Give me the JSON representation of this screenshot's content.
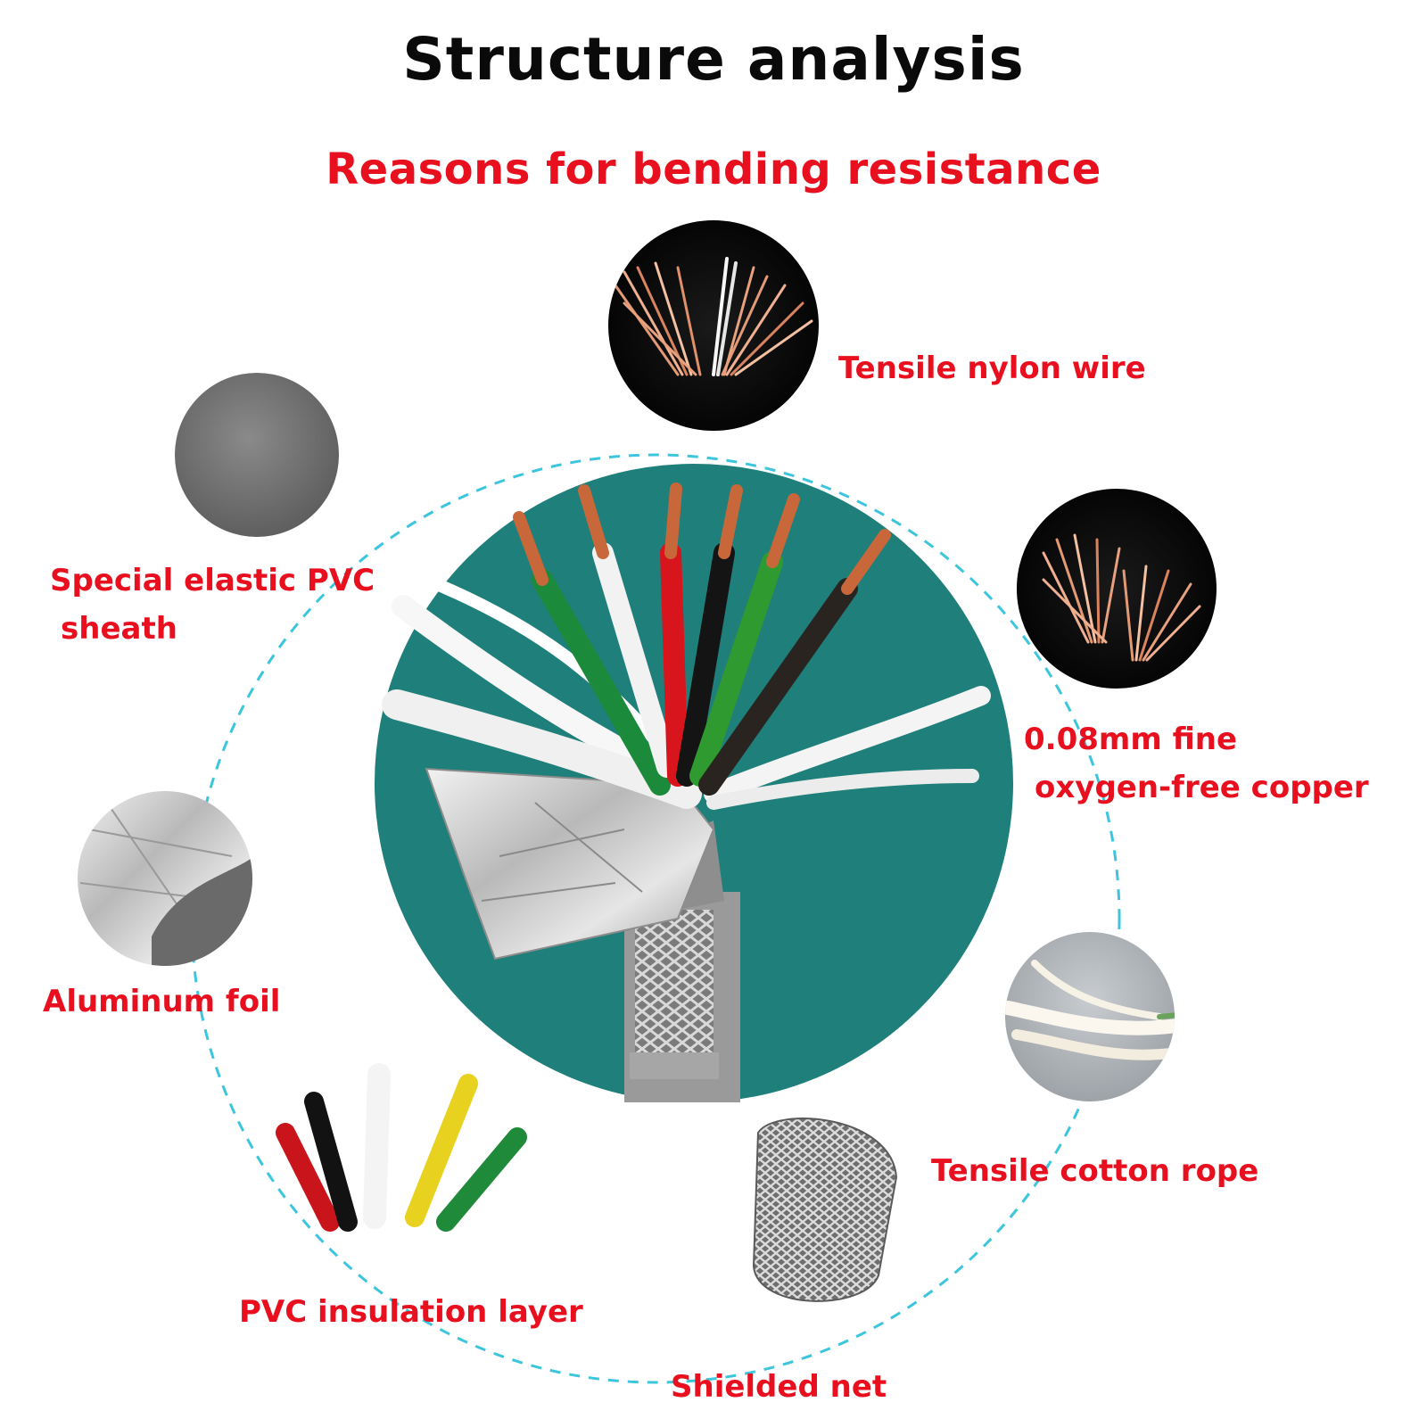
{
  "title": "Structure analysis",
  "subtitle": "Reasons for bending resistance",
  "colors": {
    "title": "#0a0a0a",
    "accent_red": "#e8101f",
    "dashed_ring": "#3cc6dd",
    "center_disc": "#1f7f7a"
  },
  "components": {
    "nylon_wire": {
      "label": "Tensile nylon wire",
      "icon": "copper-strands-with-nylon-icon"
    },
    "fine_copper": {
      "line1": "0.08mm fine",
      "line2": "oxygen-free copper",
      "icon": "fine-copper-strands-icon"
    },
    "cotton_rope": {
      "label": "Tensile cotton rope",
      "icon": "cotton-rope-icon"
    },
    "shielded_net": {
      "label": "Shielded net",
      "icon": "braided-shield-icon"
    },
    "insulation": {
      "label": "PVC insulation layer",
      "icon": "colored-insulated-wires-icon"
    },
    "aluminum_foil": {
      "label": "Aluminum foil",
      "icon": "aluminum-foil-icon"
    },
    "sheath": {
      "line1": "Special elastic PVC",
      "line2": "sheath",
      "icon": "grey-pvc-sheath-icon"
    }
  },
  "center": {
    "icon": "cable-cross-section-icon"
  }
}
